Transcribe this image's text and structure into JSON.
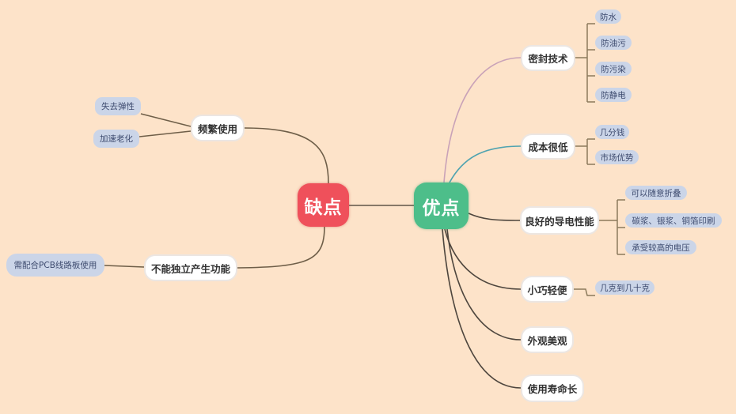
{
  "title": "优缺点思维导图",
  "colors": {
    "background": "#FDE3C9",
    "negative_root": "#EF505B",
    "positive_root": "#4DBE8A",
    "main_node": "#FFFFFF",
    "leaf_node": "#CBD5E8",
    "link_default": "#5E5448",
    "link_seal": "#C9A2B8",
    "link_cost": "#4FA3B0",
    "link_bracket": "#8C7A5C"
  },
  "roots": {
    "negative": {
      "label": "缺点"
    },
    "positive": {
      "label": "优点"
    }
  },
  "disadvantages": [
    {
      "label": "频繁使用",
      "children": [
        "失去弹性",
        "加速老化"
      ]
    },
    {
      "label": "不能独立产生功能",
      "children": [
        "需配合PCB线路板使用"
      ]
    }
  ],
  "advantages": [
    {
      "label": "密封技术",
      "children": [
        "防水",
        "防油污",
        "防污染",
        "防静电"
      ]
    },
    {
      "label": "成本很低",
      "children": [
        "几分钱",
        "市场优势"
      ]
    },
    {
      "label": "良好的导电性能",
      "children": [
        "可以随意折叠",
        "碳浆、银浆、铜箔印刷",
        "承受较高的电压"
      ]
    },
    {
      "label": "小巧轻便",
      "children": [
        "几克到几十克"
      ]
    },
    {
      "label": "外观美观",
      "children": []
    },
    {
      "label": "使用寿命长",
      "children": []
    }
  ]
}
